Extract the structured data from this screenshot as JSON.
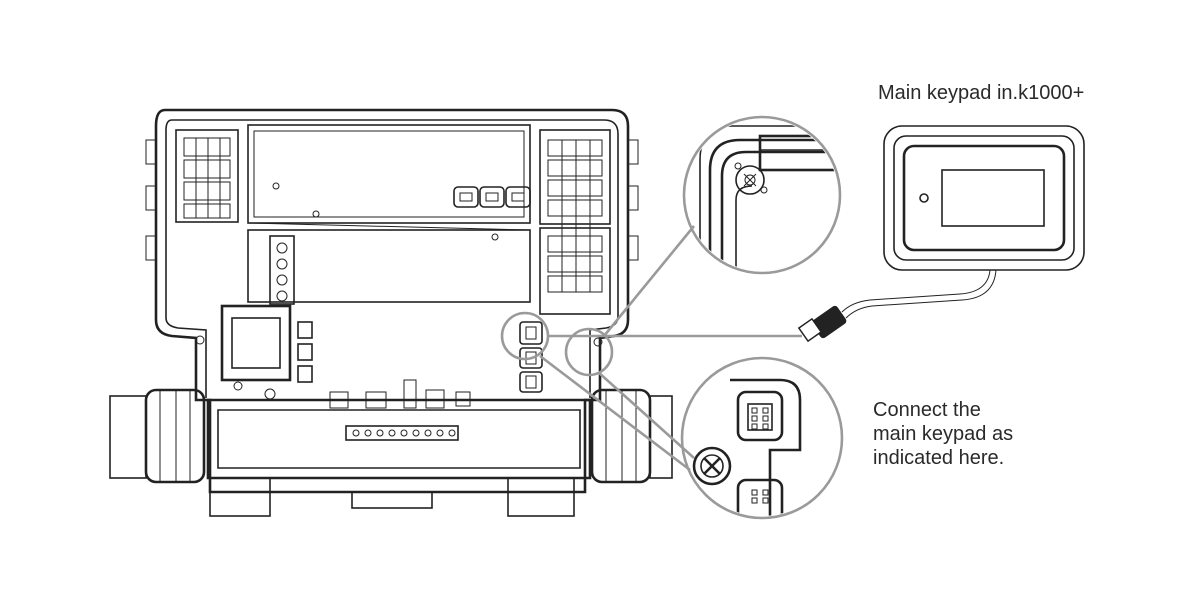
{
  "labels": {
    "keypad_title": "Main keypad in.k1000+",
    "connect_note": [
      "Connect the",
      "main keypad as",
      "indicated here."
    ]
  },
  "colors": {
    "line": "#222222",
    "callout": "#9a9a9a",
    "background": "#ffffff"
  }
}
